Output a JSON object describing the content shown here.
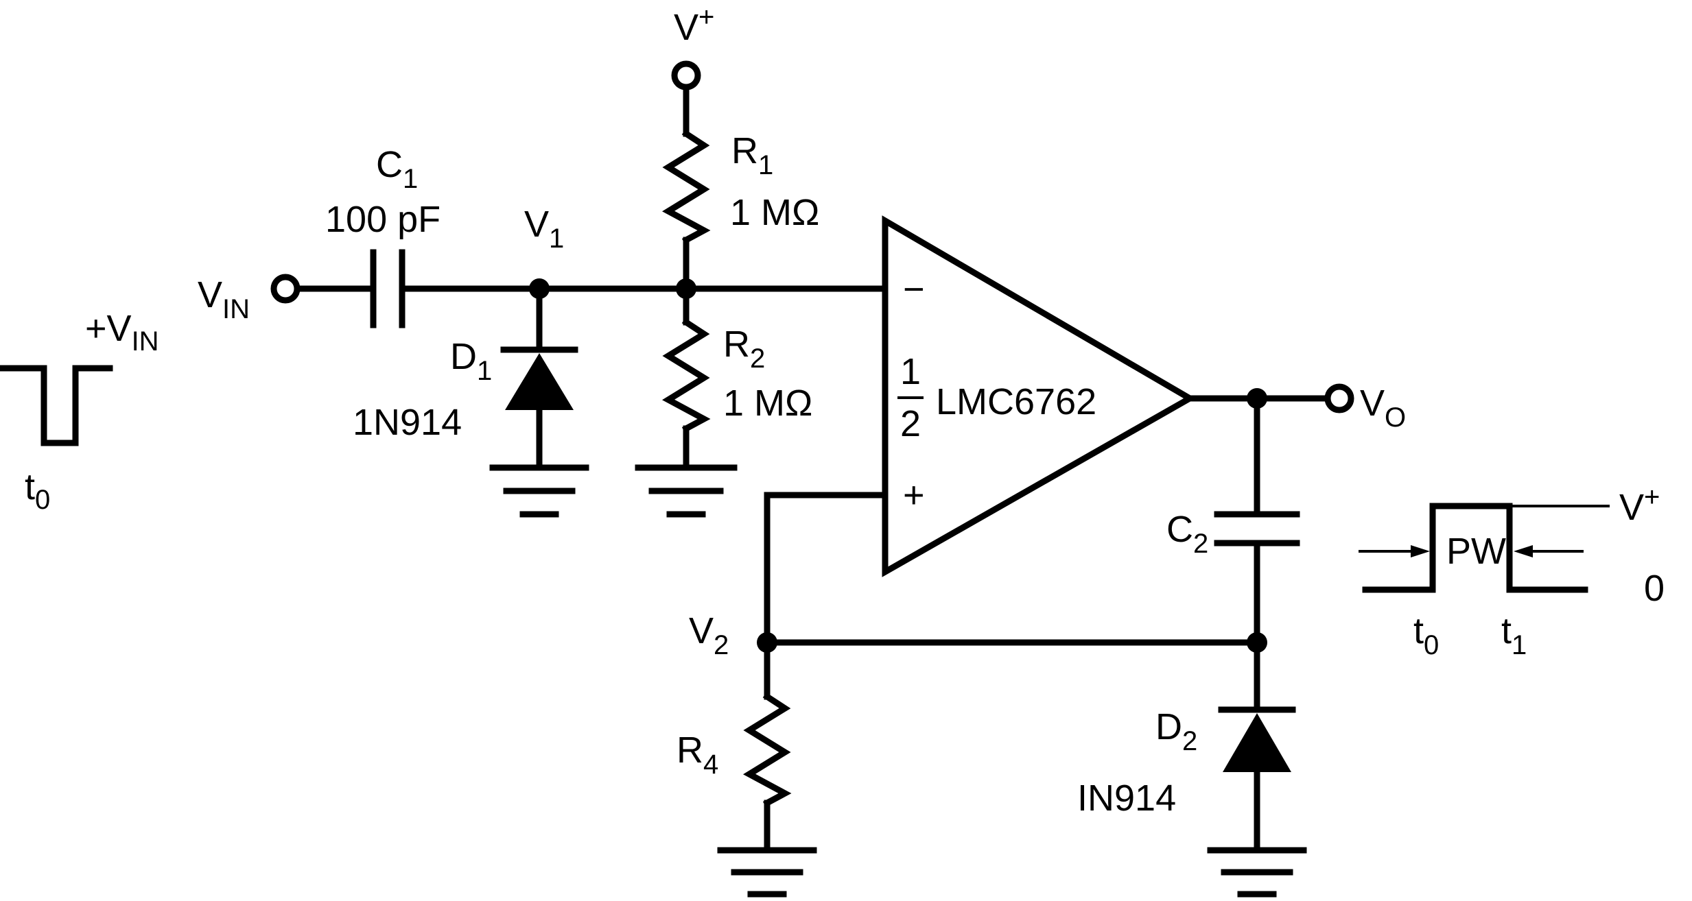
{
  "labels": {
    "vplus_top": {
      "main": "V",
      "sup": "+"
    },
    "r1_name": {
      "main": "R",
      "sub": "1"
    },
    "r1_value": "1 MΩ",
    "c1_name": {
      "main": "C",
      "sub": "1"
    },
    "c1_value": "100 pF",
    "v1": {
      "main": "V",
      "sub": "1"
    },
    "vin": {
      "main": "V",
      "sub": "IN"
    },
    "plus_vin": {
      "main": "+V",
      "sub": "IN"
    },
    "t0_left": {
      "main": "t",
      "sub": "0"
    },
    "d1_name": {
      "main": "D",
      "sub": "1"
    },
    "d1_part": "1N914",
    "r2_name": {
      "main": "R",
      "sub": "2"
    },
    "r2_value": "1 MΩ",
    "opamp_fraction_num": "1",
    "opamp_fraction_den": "2",
    "opamp_part": "LMC6762",
    "opamp_minus": "−",
    "opamp_plus": "+",
    "vo": {
      "main": "V",
      "sub": "O"
    },
    "c2_name": {
      "main": "C",
      "sub": "2"
    },
    "v2": {
      "main": "V",
      "sub": "2"
    },
    "r4_name": {
      "main": "R",
      "sub": "4"
    },
    "d2_name": {
      "main": "D",
      "sub": "2"
    },
    "d2_part": "IN914",
    "pw": "PW",
    "vplus_right": {
      "main": "V",
      "sup": "+"
    },
    "zero": "0",
    "t0_right": {
      "main": "t",
      "sub": "0"
    },
    "t1_right": {
      "main": "t",
      "sub": "1"
    }
  }
}
